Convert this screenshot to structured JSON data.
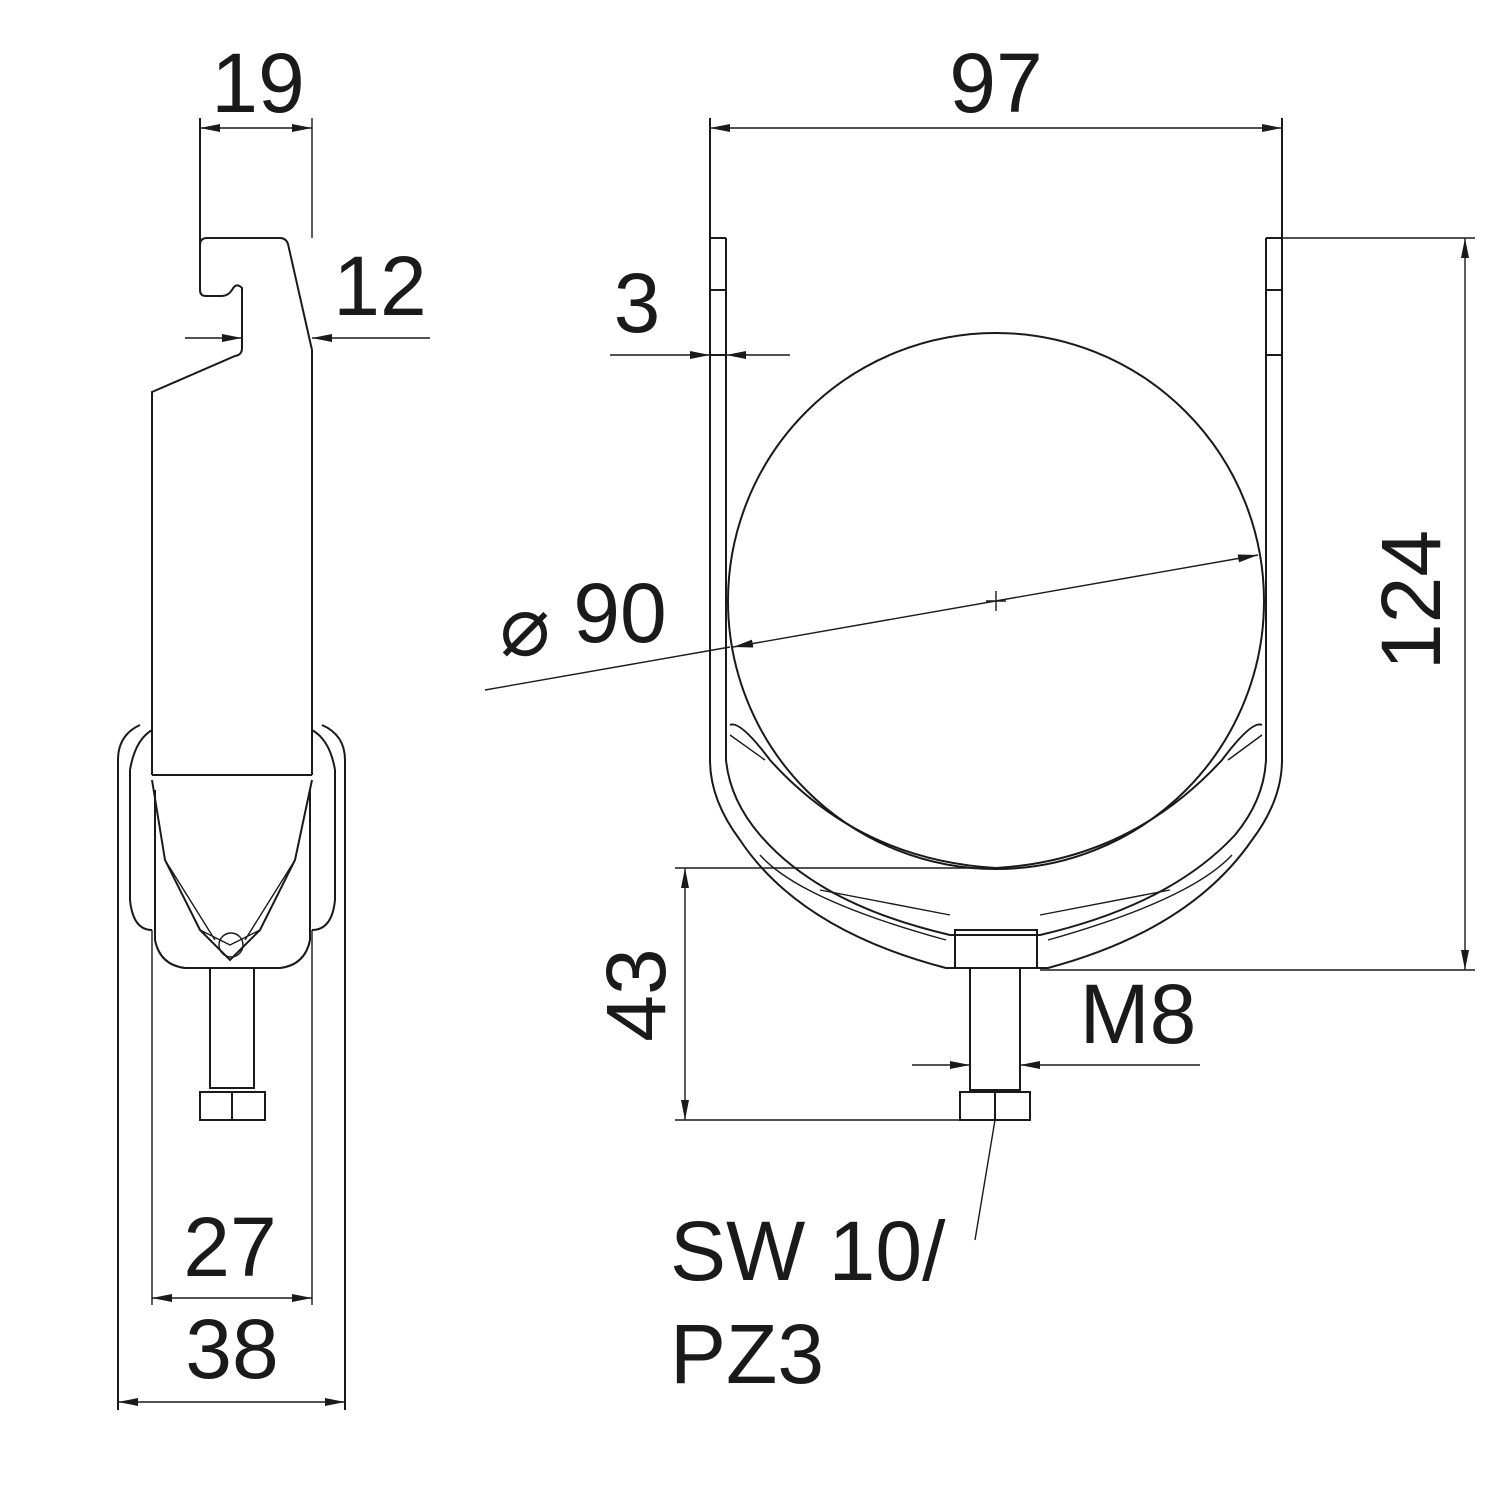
{
  "dimensions": {
    "side_width_top": "19",
    "hook_offset": "12",
    "inner_width": "27",
    "outer_width": "38",
    "clamp_width": "97",
    "wall_thickness": "3",
    "diameter_symbol": "⌀",
    "diameter": "90",
    "height": "124",
    "bolt_height": "43",
    "thread": "M8",
    "drive_line1": "SW 10/",
    "drive_line2": "PZ3"
  }
}
